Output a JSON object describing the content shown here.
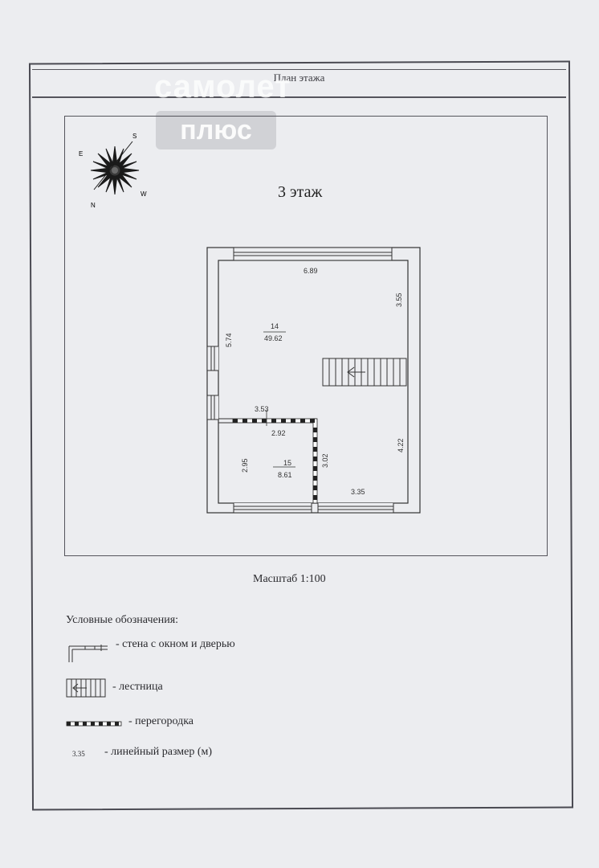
{
  "watermark": {
    "line1": "самолет",
    "line2": "плюс"
  },
  "header": {
    "title": "План этажа"
  },
  "compass": {
    "labels": [
      "S",
      "W",
      "N",
      "E"
    ]
  },
  "plan": {
    "floor_title": "3 этаж",
    "rooms": [
      {
        "number": "14",
        "area": "49.62"
      },
      {
        "number": "15",
        "area": "8.61"
      }
    ],
    "dimensions": {
      "top": "6.89",
      "right_upper": "3.55",
      "left": "5.74",
      "partition_top": "3.53",
      "room15_top": "2.92",
      "room15_left": "2.95",
      "room15_right": "3.02",
      "right_lower": "4.22",
      "bottom": "3.35"
    }
  },
  "scale": "Масштаб 1:100",
  "legend": {
    "title": "Условные обозначения:",
    "items": [
      {
        "symbol": "wall-window-door",
        "label": "- стена с окном и дверью"
      },
      {
        "symbol": "stairs",
        "label": "- лестница"
      },
      {
        "symbol": "partition",
        "label": "- перегородка"
      },
      {
        "symbol": "dimension",
        "sample": "3.35",
        "label": "- линейный размер (м)"
      }
    ]
  }
}
